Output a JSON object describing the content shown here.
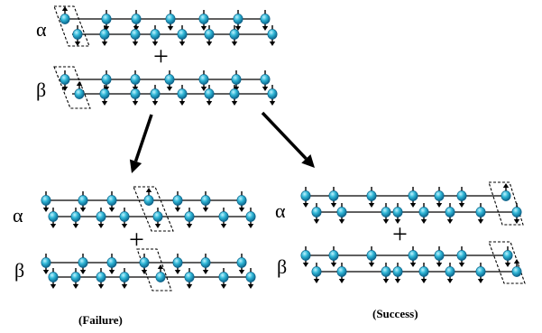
{
  "top": {
    "alpha_label": "α",
    "beta_label": "β",
    "plus_label": "+"
  },
  "failure": {
    "alpha_label": "α",
    "beta_label": "β",
    "plus_label": "+",
    "caption": "(Failure)"
  },
  "success": {
    "alpha_label": "α",
    "beta_label": "β",
    "plus_label": "+",
    "caption": "(Success)"
  },
  "colors": {
    "sphere_main": "#2fb6d6",
    "sphere_dark": "#0b5f86",
    "sphere_highlight": "#bff3ff",
    "line": "#000000",
    "box_dash": "#000000",
    "arrow": "#000000"
  },
  "icons": {
    "spin": "sphere-with-arrow-icon",
    "selection_box": "dashed-parallelogram-icon",
    "transition": "bold-arrow-icon"
  }
}
